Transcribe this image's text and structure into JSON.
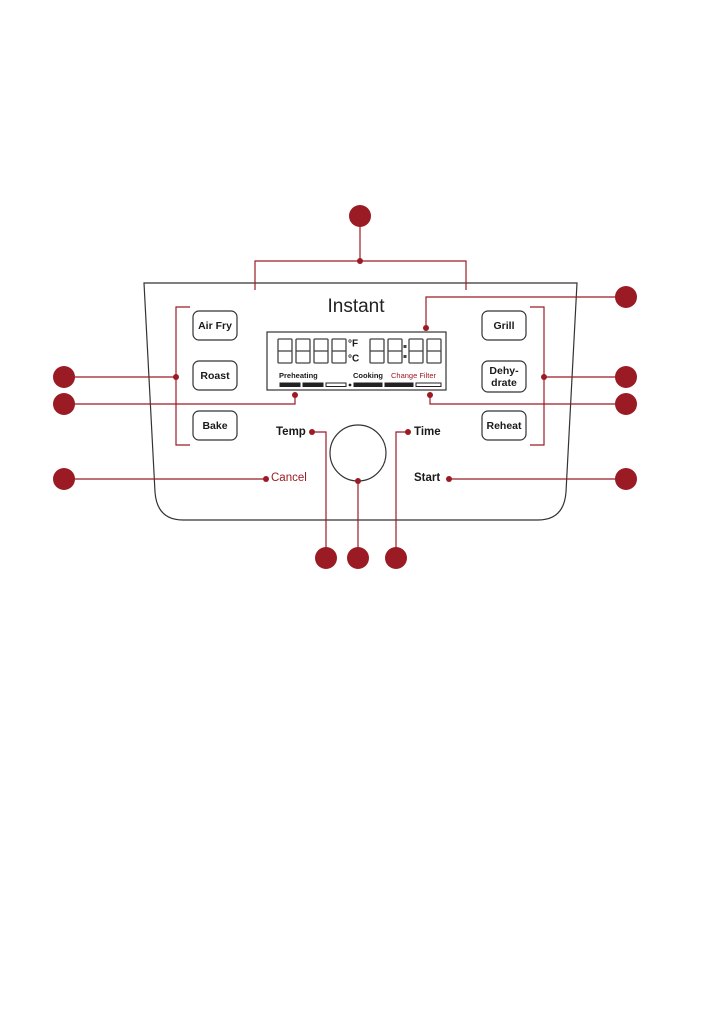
{
  "colors": {
    "accent": "#9b1b24",
    "outline": "#333333"
  },
  "brand": {
    "logo_text": "Instant"
  },
  "buttons": {
    "air_fry": "Air Fry",
    "roast": "Roast",
    "bake": "Bake",
    "grill": "Grill",
    "dehydrate_line1": "Dehy-",
    "dehydrate_line2": "drate",
    "reheat": "Reheat"
  },
  "controls": {
    "temp": "Temp",
    "time": "Time",
    "cancel": "Cancel",
    "start": "Start"
  },
  "display": {
    "unit_f": "°F",
    "unit_c": "°C",
    "preheating": "Preheating",
    "cooking": "Cooking",
    "change_filter": "Change Filter"
  }
}
